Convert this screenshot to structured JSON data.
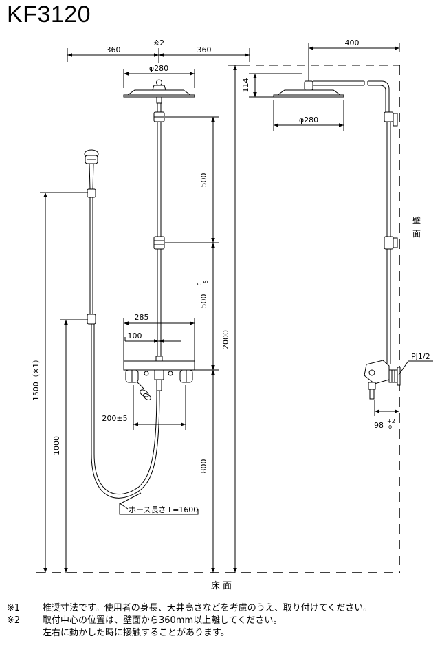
{
  "title": "KF3120",
  "front_view": {
    "note2_mark": "※2",
    "dim_left": "360",
    "dim_right": "360",
    "head_diameter": "φ280",
    "dim_500_upper": "500",
    "dim_500_lower": "500",
    "tol_upper": "0",
    "tol_lower": "−5",
    "dim_285": "285",
    "dim_100": "100",
    "dim_2000": "2000",
    "dim_1500": "1500（※1）",
    "dim_1000": "1000",
    "dim_800": "800",
    "dim_200": "200±5",
    "hose_length": "ホース長さ L=1600"
  },
  "side_view": {
    "dim_400": "400",
    "dim_114": "114",
    "head_diameter": "φ280",
    "wall_label": [
      "壁",
      "面"
    ],
    "pipe_thread": "PJ1/2",
    "dim_98": "98",
    "tol_98_upper": "+2",
    "tol_98_lower": "0"
  },
  "floor_label": "床 面",
  "notes": [
    {
      "mark": "※1",
      "text": "推奨寸法です。使用者の身長、天井高さなどを考慮のうえ、取り付けてください。"
    },
    {
      "mark": "※2",
      "text": "取付中心の位置は、壁面から360mm以上離してください。"
    },
    {
      "mark": "",
      "text": "左右に動かした時に接触することがあります。"
    }
  ]
}
